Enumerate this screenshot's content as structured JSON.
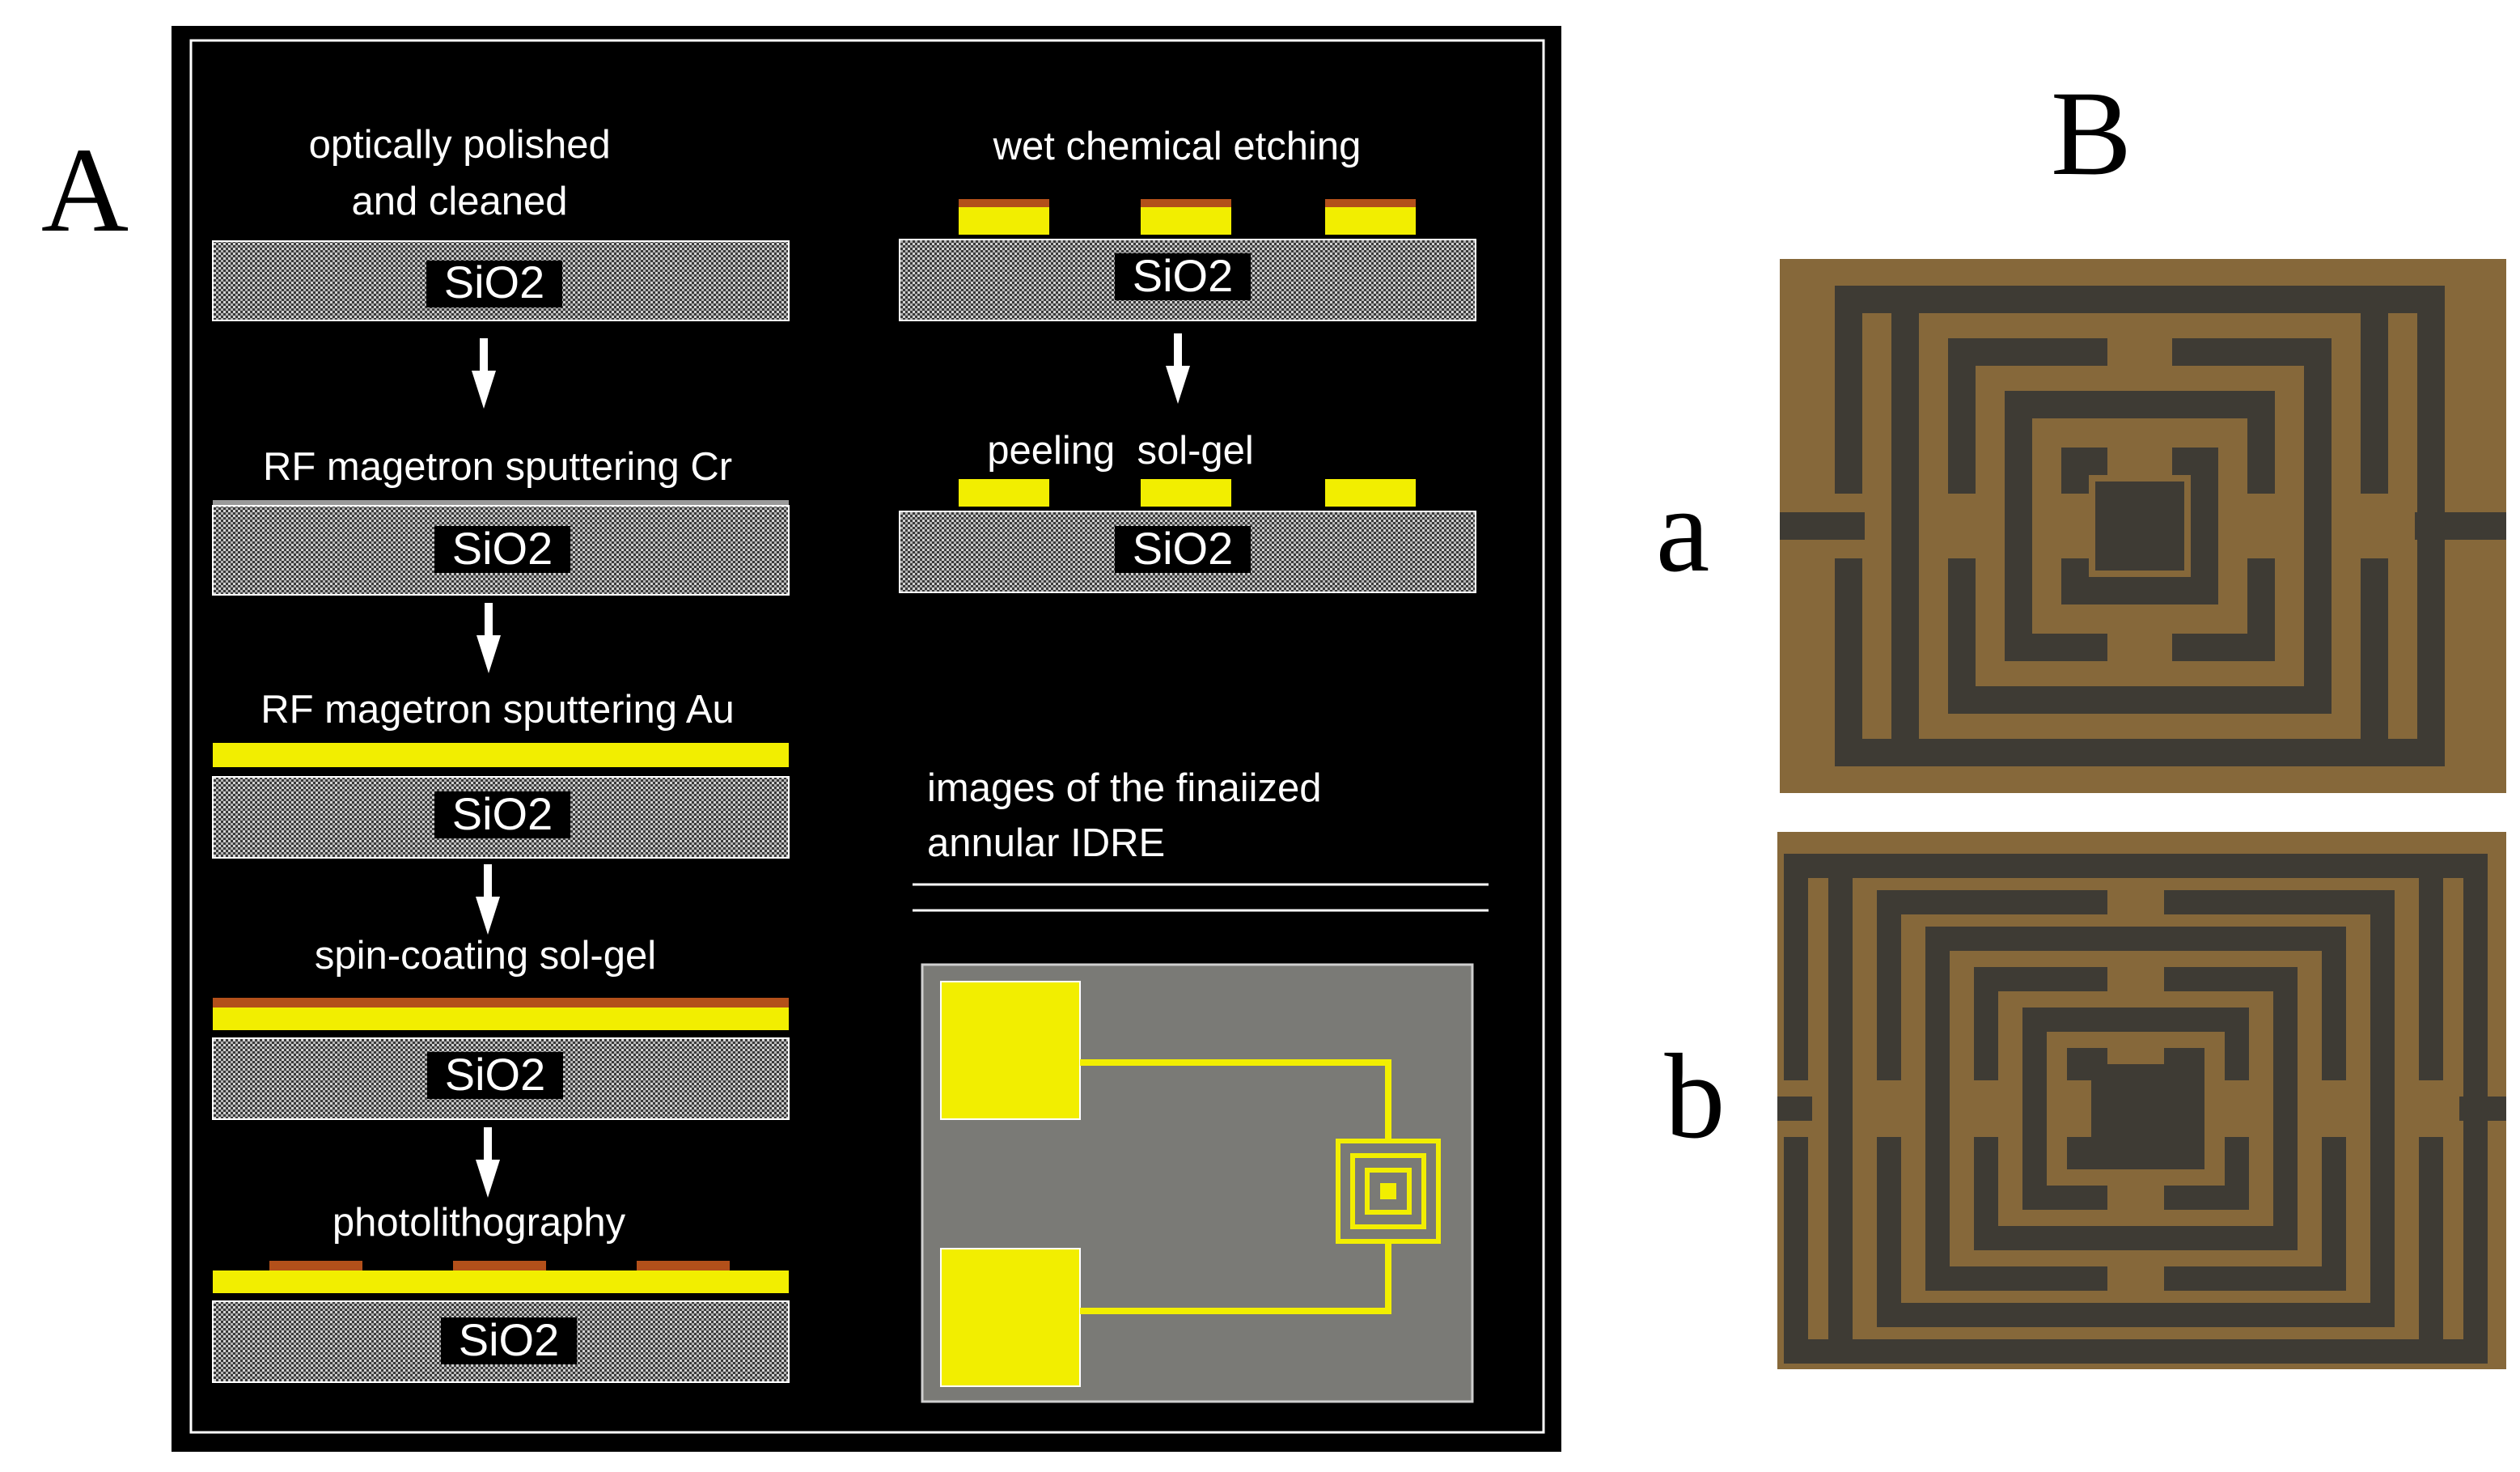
{
  "panel_a": {
    "letter": "A",
    "substrate_label": "SiO2",
    "left_steps": [
      "optically polished\nand cleaned",
      "RF magetron sputtering Cr",
      "RF magetron sputtering Au",
      "spin-coating sol-gel",
      "photolithography"
    ],
    "right_steps": [
      "wet chemical etching",
      "peeling  sol-gel"
    ],
    "caption": "images of the finaiized\nannular IDRE"
  },
  "panel_b": {
    "letter": "B",
    "sub_a": "a",
    "sub_b": "b"
  },
  "colors": {
    "panel_bg": "#000000",
    "gold": "#f2ee00",
    "solgel": "#b3501a",
    "substrate": "#c8c8c8",
    "die": "#7a7a76",
    "photo_bg": "#86683a",
    "photo_trace": "#3e3b34"
  }
}
